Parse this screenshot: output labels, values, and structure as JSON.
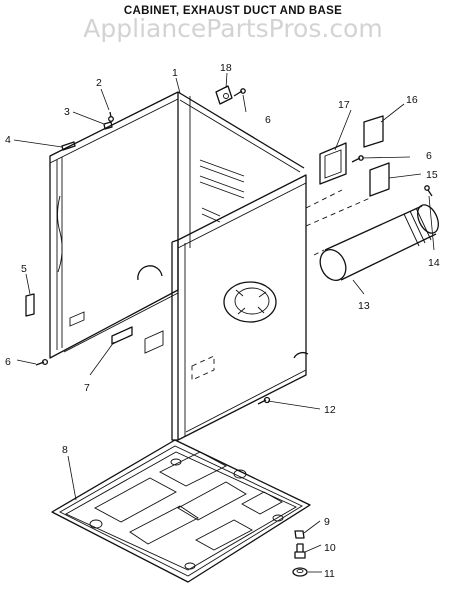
{
  "header": {
    "title": "CABINET, EXHAUST DUCT AND BASE",
    "watermark": "AppliancePartsPros.com"
  },
  "callouts": [
    {
      "id": "1",
      "label": "1"
    },
    {
      "id": "2",
      "label": "2"
    },
    {
      "id": "3",
      "label": "3"
    },
    {
      "id": "4",
      "label": "4"
    },
    {
      "id": "5",
      "label": "5"
    },
    {
      "id": "6a",
      "label": "6"
    },
    {
      "id": "6b",
      "label": "6"
    },
    {
      "id": "6c",
      "label": "6"
    },
    {
      "id": "7",
      "label": "7"
    },
    {
      "id": "8",
      "label": "8"
    },
    {
      "id": "9",
      "label": "9"
    },
    {
      "id": "10",
      "label": "10"
    },
    {
      "id": "11",
      "label": "11"
    },
    {
      "id": "12",
      "label": "12"
    },
    {
      "id": "13",
      "label": "13"
    },
    {
      "id": "14",
      "label": "14"
    },
    {
      "id": "15",
      "label": "15"
    },
    {
      "id": "16",
      "label": "16"
    },
    {
      "id": "17",
      "label": "17"
    },
    {
      "id": "18",
      "label": "18"
    }
  ]
}
